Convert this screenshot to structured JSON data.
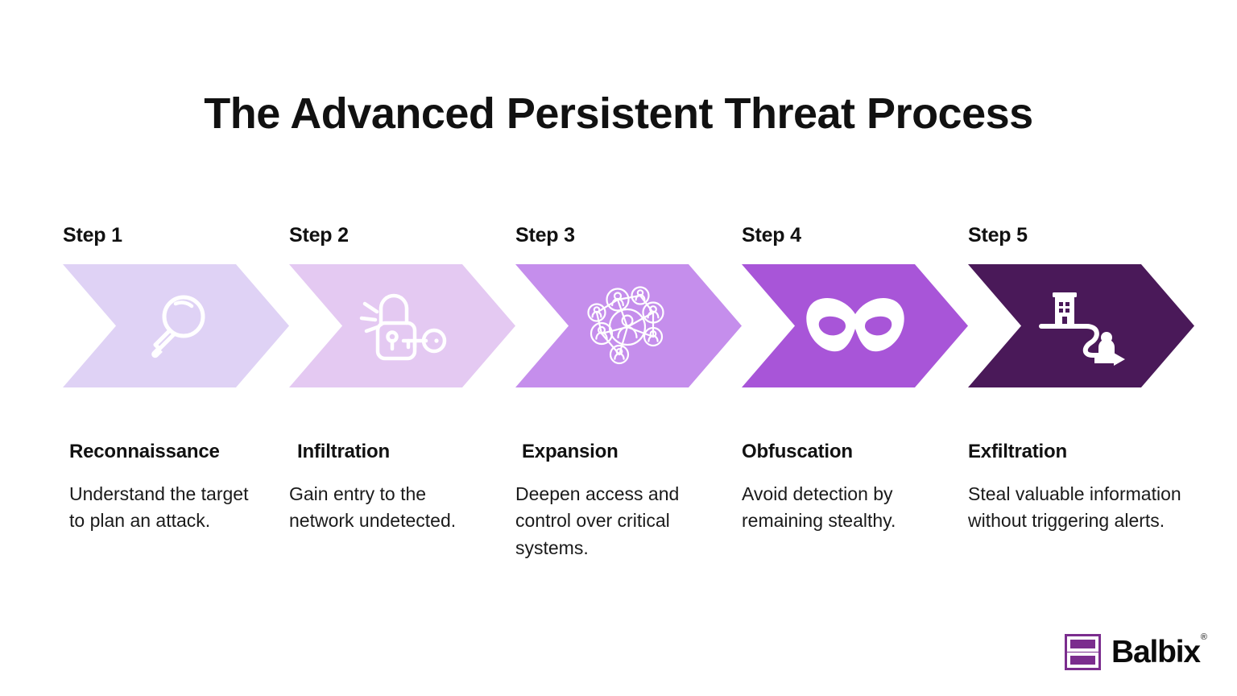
{
  "header": {
    "title": "The Advanced Persistent Threat Process"
  },
  "colors": {
    "background": "#FFFFFF",
    "text": "#111111",
    "step1": "#DFD2F5",
    "step2": "#E4C9F2",
    "step3": "#C58EEC",
    "step4": "#A855D8",
    "step5": "#4A1959",
    "icon": "#FFFFFF",
    "brand_purple": "#7B2D8E"
  },
  "steps": [
    {
      "label": "Step 1",
      "title": "Reconnaissance",
      "description": "Understand the target to plan an attack.",
      "icon": "magnifying-glass-icon",
      "color": "#DFD2F5"
    },
    {
      "label": "Step 2",
      "title": "Infiltration",
      "description": "Gain entry to the network undetected.",
      "icon": "unlocked-padlock-key-icon",
      "color": "#E4C9F2"
    },
    {
      "label": "Step 3",
      "title": "Expansion",
      "description": "Deepen access and control over critical systems.",
      "icon": "user-network-icon",
      "color": "#C58EEC"
    },
    {
      "label": "Step 4",
      "title": "Obfuscation",
      "description": "Avoid detection by remaining stealthy.",
      "icon": "bandit-mask-icon",
      "color": "#A855D8"
    },
    {
      "label": "Step 5",
      "title": "Exfiltration",
      "description": "Steal valuable information without triggering alerts.",
      "icon": "building-data-path-person-icon",
      "color": "#4A1959"
    }
  ],
  "logo": {
    "name": "Balbix",
    "registered": "®"
  }
}
